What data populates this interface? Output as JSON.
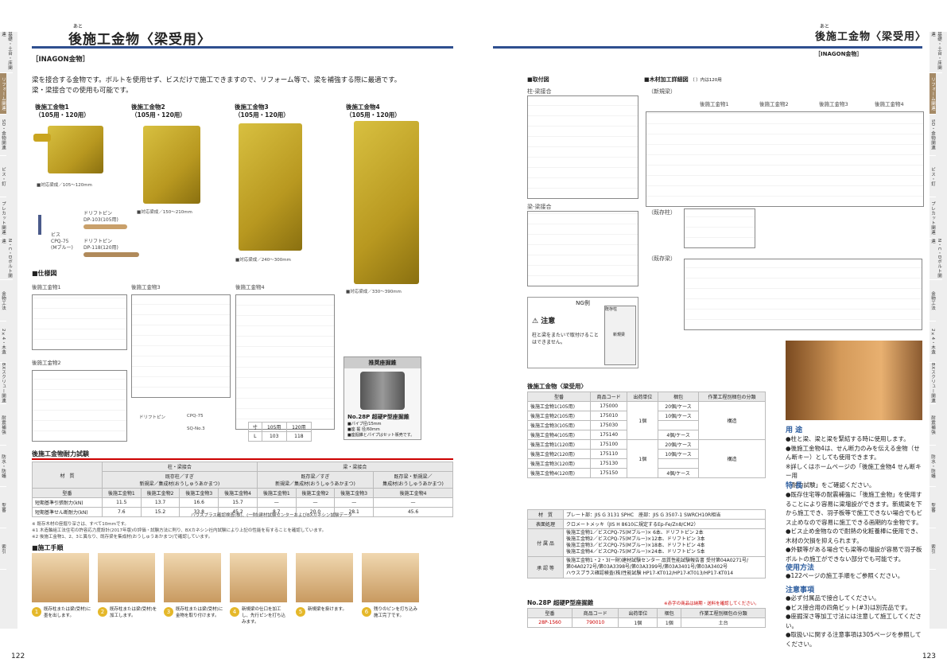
{
  "left": {
    "ruby": "あと",
    "title": "後施工金物〈梁受用〉",
    "subtitle": "［INAGON金物］",
    "intro1": "梁を接合する金物です。ボルトを使用せず、ビスだけで施工できますので、リフォーム等で、梁を補強する際に最適です。",
    "intro2": "梁・梁接合での使用も可能です。",
    "products": [
      {
        "name": "後施工金物1",
        "size": "（105用・120用）",
        "cap": "■対応梁成／105〜120mm"
      },
      {
        "name": "後施工金物2",
        "size": "（105用・120用）",
        "cap": "■対応梁成／150〜210mm"
      },
      {
        "name": "後施工金物3",
        "size": "（105用・120用）",
        "cap": "■対応梁成／240〜300mm"
      },
      {
        "name": "後施工金物4",
        "size": "（105用・120用）",
        "cap": "■対応梁成／330〜390mm"
      }
    ],
    "screw": {
      "pin1": "ドリフトピン",
      "pin1b": "DP-103(105用)",
      "s1": "ビス",
      "s2": "CPQ-75",
      "s3": "(Mブルー)",
      "pin2": "ドリフトピン",
      "pin2b": "DP-118(120用)"
    },
    "spec_head": "■仕様図",
    "draw_labels": [
      "後施工金物1",
      "後施工金物2",
      "後施工金物3",
      "後施工金物4"
    ],
    "draw_parts": {
      "pin": "ドリフトピン",
      "screw": "CPQ-75",
      "sq": "SQ-No.3"
    },
    "mini": {
      "h": [
        "寸",
        "105用",
        "120用"
      ],
      "r": [
        "L",
        "103",
        "118"
      ]
    },
    "router": {
      "head": "推奨座掘錐",
      "name": "No.28P 超硬P型座掘錐",
      "l1": "■パイプ径/15mm",
      "l2": "■座 掘 径/60mm",
      "l3": "■座掘錐とパイプはセット販売です。"
    },
    "strength": {
      "title": "後施工金物耐力試験",
      "g1": "柱・梁接合",
      "g2": "梁・梁接合",
      "c1": "既存柱／すぎ",
      "c1b": "新規梁／集成材(おうしゅうあかまつ)",
      "c2": "既存梁／すぎ",
      "c2b": "新規梁／集成材(おうしゅうあかまつ)",
      "c3": "既存梁・新規梁／",
      "c3b": "集成材(おうしゅうあかまつ)",
      "mat": "材　質",
      "type": "型番",
      "cols": [
        "後施工金物1",
        "後施工金物2",
        "後施工金物3",
        "後施工金物4",
        "後施工金物1",
        "後施工金物2",
        "後施工金物3",
        "後施工金物4"
      ],
      "r1": [
        "短期基準引張耐力(kN)",
        "11.5",
        "13.7",
        "16.6",
        "15.7",
        "—",
        "—",
        "—",
        "—"
      ],
      "r2": [
        "短期基準せん断耐力(kN)",
        "7.6",
        "15.2",
        "33.8",
        "45.2",
        "8.7",
        "20.0",
        "28.1",
        "45.6"
      ],
      "note0": "ハウスプラス確認検査(株)、(一財)建材試験センターおよびBXカネシン試験データ",
      "note1": "※ 既存木材の座掘り深さは、すべて10mmです。",
      "note2": "※1 木造軸組工法住宅の許容応力度設計(2017年版)の評価・試験方法に則り、BXカネシン社内試験により上記の性能を有することを確認しています。",
      "note3": "※2 後施工金物1、2、3と異なり、既存梁を集成材(おうしゅうあかまつ)で確認しています。"
    },
    "proc_head": "■施工手順",
    "steps": [
      {
        "n": "1",
        "t": "既存柱または梁(受材)に墨を出します。"
      },
      {
        "n": "2",
        "t": "既存柱または梁(受材)を加工します。"
      },
      {
        "n": "3",
        "t": "既存柱または梁(受材)に金物を取り付けます。"
      },
      {
        "n": "4",
        "t": "新規梁の仕口を加工し、先行ピンを打ち込みます。"
      },
      {
        "n": "5",
        "t": "新規梁を掛けます。"
      },
      {
        "n": "6",
        "t": "残りのピンを打ち込み施工完了です。"
      }
    ],
    "page": "122"
  },
  "right": {
    "ruby": "あと",
    "title": "後施工金物〈梁受用〉",
    "subtitle": "［INAGON金物］",
    "mount": "■取付図",
    "m1": "柱-梁接合",
    "m2": "梁-梁接合",
    "wood": "■木材加工詳細図",
    "wood_u": "（ ）内は120用",
    "new": "（新規梁）",
    "exc": "（既存柱）",
    "exb": "（既存梁）",
    "wcols": [
      "後施工金物1",
      "後施工金物2",
      "後施工金物3",
      "後施工金物4"
    ],
    "ng": {
      "t": "NG例",
      "w": "注意",
      "b": "柱と梁をまたいで取付けることはできません。",
      "a": "既存柱",
      "c": "新規梁"
    },
    "prod_title": "後施工金物〈梁受用〉",
    "ptable": {
      "h": [
        "型番",
        "商品コード",
        "出荷単位",
        "梱包",
        "作業工程別梱包の分類"
      ],
      "rows": [
        [
          "後施工金物1(105用)",
          "175000",
          "20個/ケース"
        ],
        [
          "後施工金物2(105用)",
          "175010",
          "10個/ケース"
        ],
        [
          "後施工金物3(105用)",
          "175030",
          ""
        ],
        [
          "後施工金物4(105用)",
          "175140",
          "4個/ケース"
        ],
        [
          "後施工金物1(120用)",
          "175100",
          "20個/ケース"
        ],
        [
          "後施工金物2(120用)",
          "175110",
          "10個/ケース"
        ],
        [
          "後施工金物3(120用)",
          "175130",
          ""
        ],
        [
          "後施工金物4(120用)",
          "175150",
          "4個/ケース"
        ]
      ],
      "unit": "1個",
      "cls": "構造"
    },
    "mat": {
      "k1": "材　質",
      "v1": "プレート部：JIS G 3131 SPHC　座部：JIS G 3507-1 SWRCH10R相当",
      "k2": "表面処理",
      "v2": "クロメートメッキ（JIS H 8610に規定するEp-Fe/Zn8/CM2）",
      "k3": "付 属 品",
      "v3": [
        "後施工金物1／ビスCPQ-75(Mブルー)× 6本、ドリフトピン 2本",
        "後施工金物2／ビスCPQ-75(Mブルー)×12本、ドリフトピン 3本",
        "後施工金物3／ビスCPQ-75(Mブルー)×18本、ドリフトピン 4本",
        "後施工金物4／ビスCPQ-75(Mブルー)×24本、ドリフトピン 5本"
      ],
      "k4": "承 認 等",
      "v4": [
        "後施工金物1・2・3(一財)建材試験センター 品質性能試験報告書 受付第04A0271号/",
        "第04A0272号/第03A3398号/第03A3399号/第03A3401号/第03A3402号",
        "ハウスプラス確認検査(株)性能試験 HP17-KT012/HP17-KT013/HP17-KT014"
      ]
    },
    "router_title": "No.28P 超硬P型座掘錐",
    "router_note": "※赤字の商品は納期・送料を確認してください。",
    "rtable": {
      "h": [
        "型番",
        "商品コード",
        "出荷単位",
        "梱包",
        "作業工程別梱包の分類"
      ],
      "r": [
        "28P-1560",
        "790010",
        "1個",
        "1個",
        "土台"
      ]
    },
    "use": {
      "h": "用 途",
      "l": [
        "●柱と梁、梁と梁を緊結する時に使用します。",
        "●後施工金物4は、せん断力のみを伝える金物（せん断キー）としても使用できます。",
        "※詳しくはホームページの「後施工金物4 せん断キー用",
        "　耐力試験」をご確認ください。"
      ]
    },
    "feat": {
      "h": "特 長",
      "l": [
        "●既存住宅等の耐震補強に「後施工金物」を使用することにより容易に梁増設ができます。新規梁を下から施工でき、羽子板等で施工できない場合でもビス止めなので容易に施工できる画期的な金物です。",
        "●ビス止め金物なので耐熱の化粧養棒に使用でき、木材の欠損を抑えられます。",
        "●外観等がある場合でも梁等の増設が容易で羽子板ボルトの施工ができない部分でも可能です。"
      ]
    },
    "how": {
      "h": "使用方法",
      "l": [
        "●122ページの施工手順をご参照ください。"
      ]
    },
    "care": {
      "h": "注意事項",
      "l": [
        "●必ず付属品で接合してください。",
        "●ビス接合用の四角ビット(#3)は別売品です。",
        "●座掘深さ等加工寸法には注意して施工してください。",
        "●取扱いに関する注意事項は305ページを参照してください。"
      ]
    },
    "page": "123"
  },
  "tabs": [
    "基礎・土台・床関連",
    "リフォーム関連",
    "SD・金物関連",
    "ビス・釘",
    "プレカット関連",
    "N・C・Dボルト関連",
    "金物工法",
    "2×4・木造",
    "BXスクリュー関連",
    "耐震補強",
    "防水・防蟻",
    "型番",
    "索引"
  ]
}
